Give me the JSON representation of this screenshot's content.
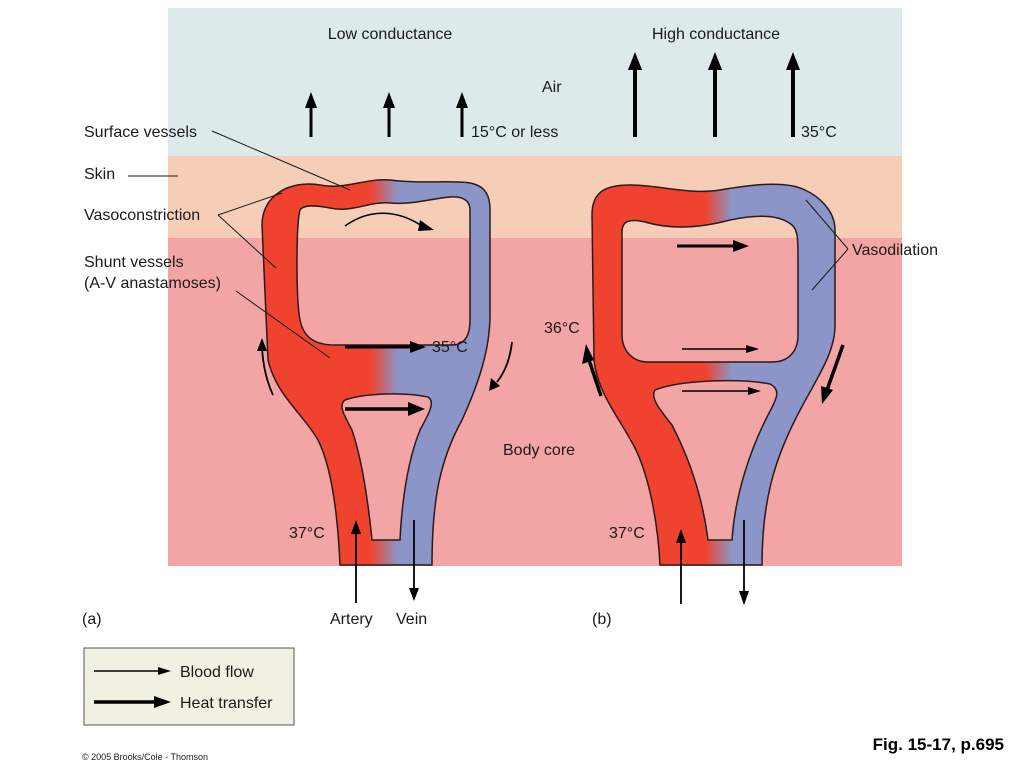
{
  "top_titles": {
    "low": "Low conductance",
    "high": "High conductance"
  },
  "labels": {
    "air": "Air",
    "surface_vessels": "Surface vessels",
    "skin": "Skin",
    "vasoconstriction": "Vasoconstriction",
    "shunt_line1": "Shunt vessels",
    "shunt_line2": "(A-V anastamoses)",
    "vasodilation": "Vasodilation",
    "body_core": "Body core",
    "artery": "Artery",
    "vein": "Vein",
    "panel_a": "(a)",
    "panel_b": "(b)"
  },
  "temperatures": {
    "air_a": "15°C or less",
    "air_b": "35°C",
    "shunt_a": "35°C",
    "b_36": "36°C",
    "core_a": "37°C",
    "core_b": "37°C"
  },
  "legend": {
    "blood_flow": "Blood flow",
    "heat_transfer": "Heat transfer"
  },
  "footer": {
    "copyright": "© 2005 Brooks/Cole - Thomson",
    "figure_ref": "Fig. 15-17, p.695"
  },
  "colors": {
    "air": "#dde9ea",
    "skin": "#f6cdb6",
    "core": "#f3a4a4",
    "artery": "#f0432f",
    "vein": "#8b95c7"
  }
}
